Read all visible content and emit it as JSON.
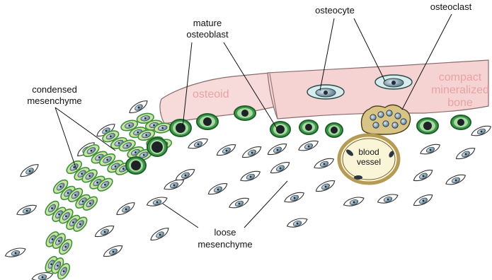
{
  "labels": {
    "mature_osteoblast": [
      "mature",
      "osteoblast"
    ],
    "osteocyte": "osteocyte",
    "osteoclast": "osteoclast",
    "condensed_mesenchyme": [
      "condensed",
      "mesenchyme"
    ],
    "osteoid": "osteoid",
    "compact_bone": [
      "compact",
      "mineralized",
      "bone"
    ],
    "blood_vessel": [
      "blood",
      "vessel"
    ],
    "loose_mesenchyme": [
      "loose",
      "mesenchyme"
    ]
  },
  "colors": {
    "osteoid_fill": "#f7dada",
    "bone_fill": "#f6d3d3",
    "tissue_stroke": "#8a6a6a",
    "osteoblast_fill": "#2e8b3e",
    "osteoblast_edge": "#1d5e29",
    "condensed_fill": "#c8e6a0",
    "condensed_edge": "#3f8f3f",
    "loose_fill": "#ffffff",
    "loose_edge": "#333333",
    "nucleus_fill": "#6f8fa4",
    "osteocyte_lacuna": "#d7ecec",
    "osteoclast_fill": "#d8c486",
    "vessel_fill": "#fbf5d8",
    "vessel_edge": "#b59b55"
  }
}
